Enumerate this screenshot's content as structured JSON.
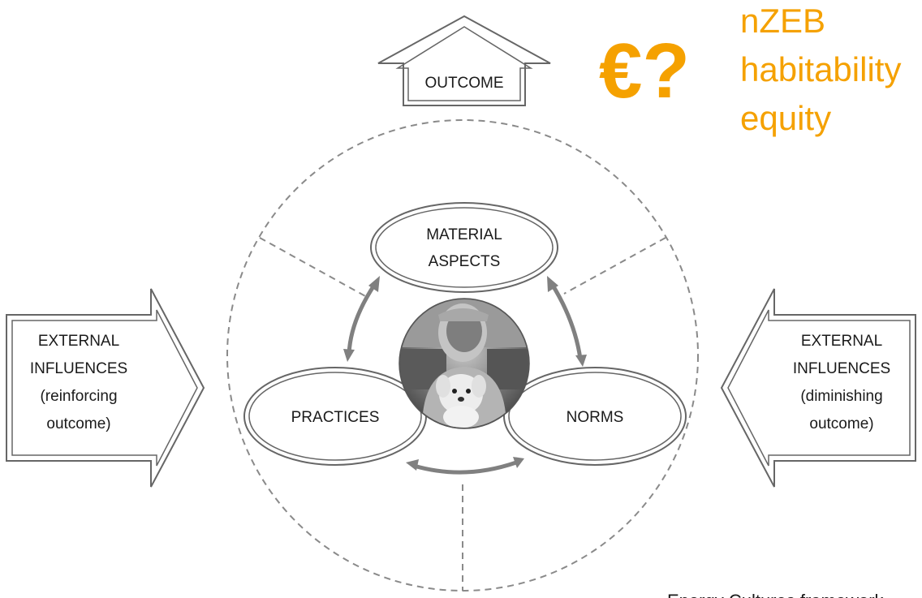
{
  "outcome": {
    "label": "OUTCOME"
  },
  "callout": {
    "symbol": "€?",
    "lines": [
      "nZEB",
      "habitability",
      "equity"
    ],
    "color": "#f5a100"
  },
  "nodes": {
    "material": {
      "line1": "MATERIAL",
      "line2": "ASPECTS"
    },
    "practices": {
      "label": "PRACTICES"
    },
    "norms": {
      "label": "NORMS"
    }
  },
  "external_left": {
    "lines": [
      "EXTERNAL",
      "INFLUENCES",
      "(reinforcing",
      "outcome)"
    ]
  },
  "external_right": {
    "lines": [
      "EXTERNAL",
      "INFLUENCES",
      "(diminishing",
      "outcome)"
    ]
  },
  "footer": {
    "text": "Energy Cultures framework"
  },
  "colors": {
    "arrow": "#808080",
    "dash": "#8a8a8a",
    "stroke": "#666666"
  }
}
